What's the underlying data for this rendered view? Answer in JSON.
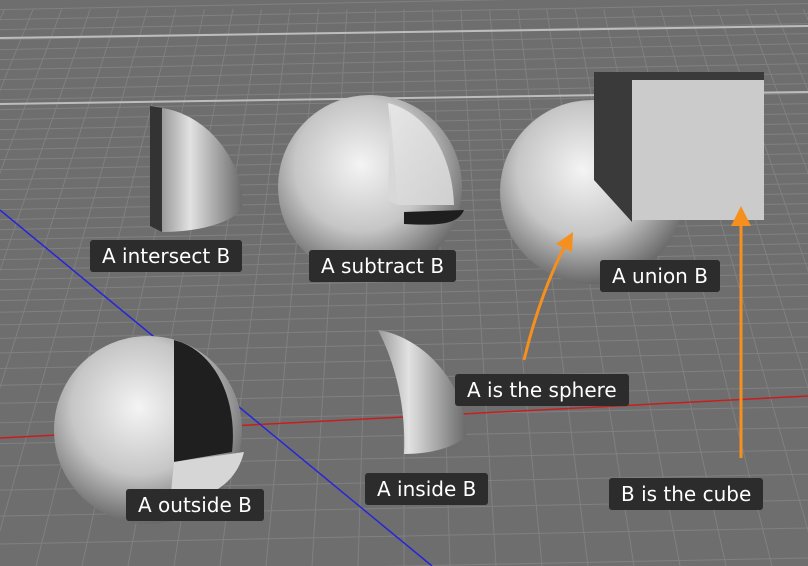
{
  "labels": {
    "intersect": "A intersect B",
    "subtract": "A subtract B",
    "union": "A union B",
    "outside": "A outside B",
    "inside": "A inside B",
    "sphere_note": "A is the sphere",
    "cube_note": "B is the cube"
  },
  "colors": {
    "background": "#6e6e6e",
    "grid": "#808080",
    "grid_major": "#b8b8b8",
    "x_axis": "#c81e1e",
    "y_axis": "#2626d8",
    "label_bg": "#2c2c2c",
    "label_text": "#ffffff",
    "arrow": "#f5901e",
    "cube_face": "#cbcbcb",
    "cube_side": "#3a3a3a"
  }
}
